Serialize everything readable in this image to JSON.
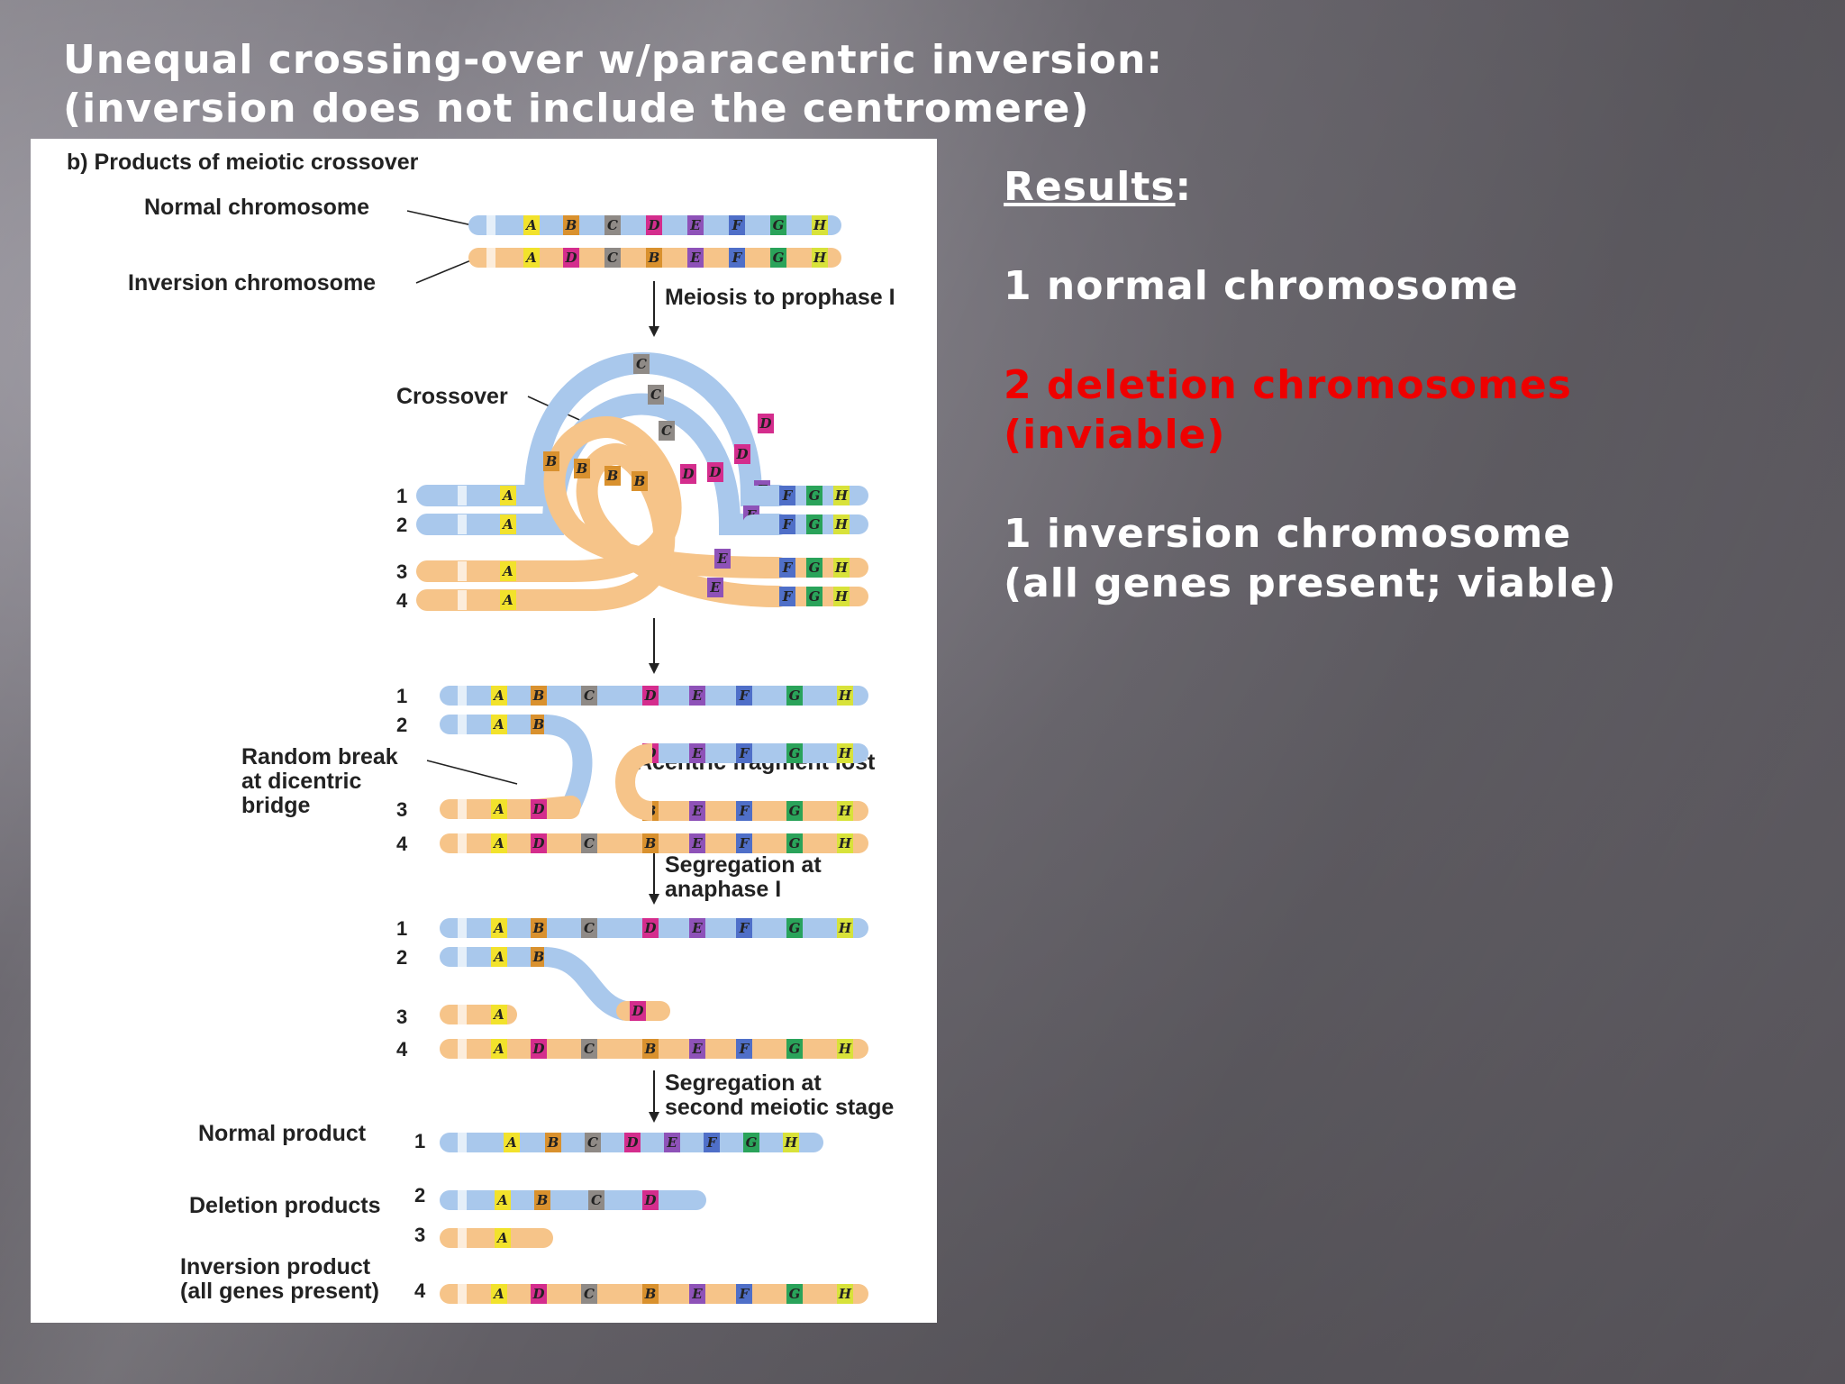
{
  "slide": {
    "title_line1": "Unequal crossing-over w/paracentric inversion:",
    "title_line2": "(inversion does not include the centromere)"
  },
  "figure": {
    "panel_title": "b) Products of meiotic crossover",
    "normal_chromosome": "Normal chromosome",
    "inversion_chromosome": "Inversion chromosome",
    "meiosis_prophase": "Meiosis to prophase I",
    "crossover": "Crossover",
    "random_break_1": "Random break",
    "random_break_2": "at dicentric",
    "random_break_3": "bridge",
    "acentric_fragment": "Acentric fragment lost",
    "segregation_anaphase_1": "Segregation at",
    "segregation_anaphase_2": "anaphase I",
    "segregation_second_1": "Segregation at",
    "segregation_second_2": "second meiotic stage",
    "normal_product": "Normal product",
    "deletion_products": "Deletion products",
    "inversion_product_1": "Inversion product",
    "inversion_product_2": "(all genes present)",
    "strand_numbers": [
      "1",
      "2",
      "3",
      "4"
    ],
    "normal_order": [
      "A",
      "B",
      "C",
      "D",
      "E",
      "F",
      "G",
      "H"
    ],
    "inverted_order": [
      "A",
      "D",
      "C",
      "B",
      "E",
      "F",
      "G",
      "H"
    ],
    "gene_colors": {
      "A": "#f2e22c",
      "B": "#d9912e",
      "C": "#8f8a86",
      "D": "#d42d8d",
      "E": "#8e52b8",
      "F": "#4f6fc8",
      "G": "#2aa35a",
      "H": "#d8e23a"
    },
    "normal_strand_color": "#a9c8ec",
    "inversion_strand_color": "#f6c489"
  },
  "results": {
    "heading": "Results",
    "heading_colon": ":",
    "item1": "1 normal chromosome",
    "item2_line1": "2 deletion chromosomes",
    "item2_line2": "(inviable)",
    "item3_line1": "1 inversion chromosome",
    "item3_line2": "(all genes present; viable)",
    "highlight_color": "#ee0000"
  }
}
